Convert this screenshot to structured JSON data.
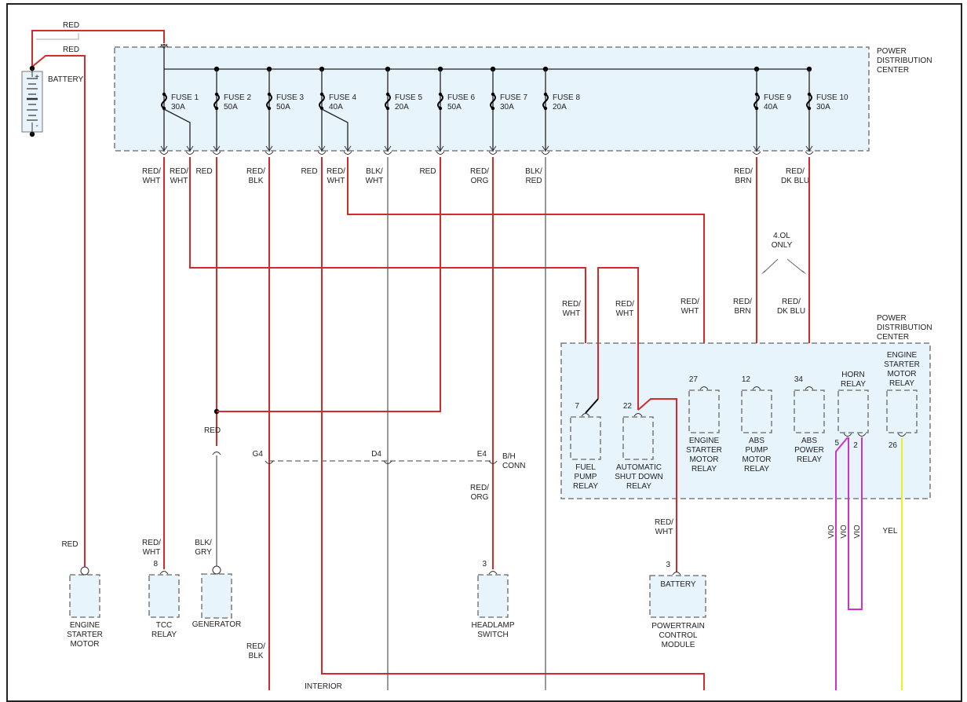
{
  "diagram_title": "Power Distribution Wiring Diagram",
  "colors": {
    "RED": "#d42a2a",
    "BLK": "#555555",
    "VIO": "#cc33cc",
    "YEL": "#eeee22",
    "box_fill": "#e8f4fc",
    "box_stroke": "#666666"
  },
  "battery": {
    "label": "BATTERY",
    "plus": "+",
    "minus": "-"
  },
  "battery_wires": [
    {
      "label": "RED",
      "to": "pdc-upper-feed"
    },
    {
      "label": "RED",
      "to": "engine-starter-motor"
    }
  ],
  "pdc_upper": {
    "label": [
      "POWER",
      "DISTRIBUTION",
      "CENTER"
    ],
    "fuses": [
      {
        "name": "FUSE 1",
        "rating": "30A",
        "outputs": [
          [
            "RED/",
            "WHT"
          ],
          [
            "RED/",
            "WHT"
          ]
        ]
      },
      {
        "name": "FUSE 2",
        "rating": "50A",
        "outputs": [
          [
            "RED",
            ""
          ]
        ]
      },
      {
        "name": "FUSE 3",
        "rating": "50A",
        "outputs": [
          [
            "RED/",
            "BLK"
          ]
        ]
      },
      {
        "name": "FUSE 4",
        "rating": "40A",
        "outputs": [
          [
            "RED",
            ""
          ],
          [
            "RED/",
            "WHT"
          ]
        ]
      },
      {
        "name": "FUSE 5",
        "rating": "20A",
        "outputs": [
          [
            "BLK/",
            "WHT"
          ]
        ]
      },
      {
        "name": "FUSE 6",
        "rating": "50A",
        "outputs": [
          [
            "RED",
            ""
          ]
        ]
      },
      {
        "name": "FUSE 7",
        "rating": "30A",
        "outputs": [
          [
            "RED/",
            "ORG"
          ]
        ]
      },
      {
        "name": "FUSE 8",
        "rating": "20A",
        "outputs": [
          [
            "BLK/",
            "RED"
          ]
        ]
      },
      {
        "name": "FUSE 9",
        "rating": "40A",
        "outputs": [
          [
            "RED/",
            "BRN"
          ]
        ]
      },
      {
        "name": "FUSE 10",
        "rating": "30A",
        "outputs": [
          [
            "RED/",
            "DK BLU"
          ]
        ]
      }
    ]
  },
  "note_4ol": [
    "4.OL",
    "ONLY"
  ],
  "pdc_lower": {
    "label": [
      "POWER",
      "DISTRIBUTION",
      "CENTER"
    ],
    "relays": [
      {
        "name": [
          "FUEL",
          "PUMP",
          "RELAY"
        ],
        "pin": "7",
        "wire": [
          "RED/",
          "WHT"
        ]
      },
      {
        "name": [
          "AUTOMATIC",
          "SHUT DOWN",
          "RELAY"
        ],
        "pin": "22",
        "wire": [
          "RED/",
          "WHT"
        ]
      },
      {
        "name": [
          "ENGINE",
          "STARTER",
          "MOTOR",
          "RELAY"
        ],
        "pin": "27",
        "wire": [
          "RED/",
          "WHT"
        ]
      },
      {
        "name": [
          "ABS",
          "PUMP",
          "MOTOR",
          "RELAY"
        ],
        "pin": "12",
        "wire": [
          "RED/",
          "BRN"
        ]
      },
      {
        "name": [
          "ABS",
          "POWER",
          "RELAY"
        ],
        "pin": "34",
        "wire": [
          "RED/",
          "DK BLU"
        ]
      },
      {
        "name": [
          "HORN",
          "RELAY"
        ],
        "pins": [
          "5",
          "2"
        ],
        "wires": [
          "VIO",
          "VIO",
          "VIO"
        ]
      },
      {
        "name": [
          "ENGINE",
          "STARTER",
          "MOTOR",
          "RELAY"
        ],
        "pin": "26",
        "wire": [
          "YEL"
        ]
      }
    ]
  },
  "splice_wire_label": "RED",
  "bh_connector": {
    "label": [
      "B/H",
      "CONN"
    ],
    "pins": [
      "G4",
      "D4",
      "E4"
    ]
  },
  "components": [
    {
      "name": [
        "ENGINE",
        "STARTER",
        "MOTOR"
      ],
      "wire": [
        "RED"
      ],
      "pin": ""
    },
    {
      "name": [
        "TCC",
        "RELAY"
      ],
      "wire": [
        "RED/",
        "WHT"
      ],
      "pin": "8"
    },
    {
      "name": [
        "GENERATOR"
      ],
      "wire": [
        "BLK/",
        "GRY"
      ],
      "pin": ""
    },
    {
      "name": [
        "HEADLAMP",
        "SWITCH"
      ],
      "wire": [
        "RED/",
        "ORG"
      ],
      "pin": "3"
    },
    {
      "name": [
        "POWERTRAIN",
        "CONTROL",
        "MODULE"
      ],
      "inner_label": "BATTERY",
      "wire": [
        "RED/",
        "WHT"
      ],
      "pin": "3"
    }
  ],
  "lower_wire_labels": {
    "g4_out": [
      "RED/",
      "BLK"
    ],
    "interior": "INTERIOR"
  }
}
